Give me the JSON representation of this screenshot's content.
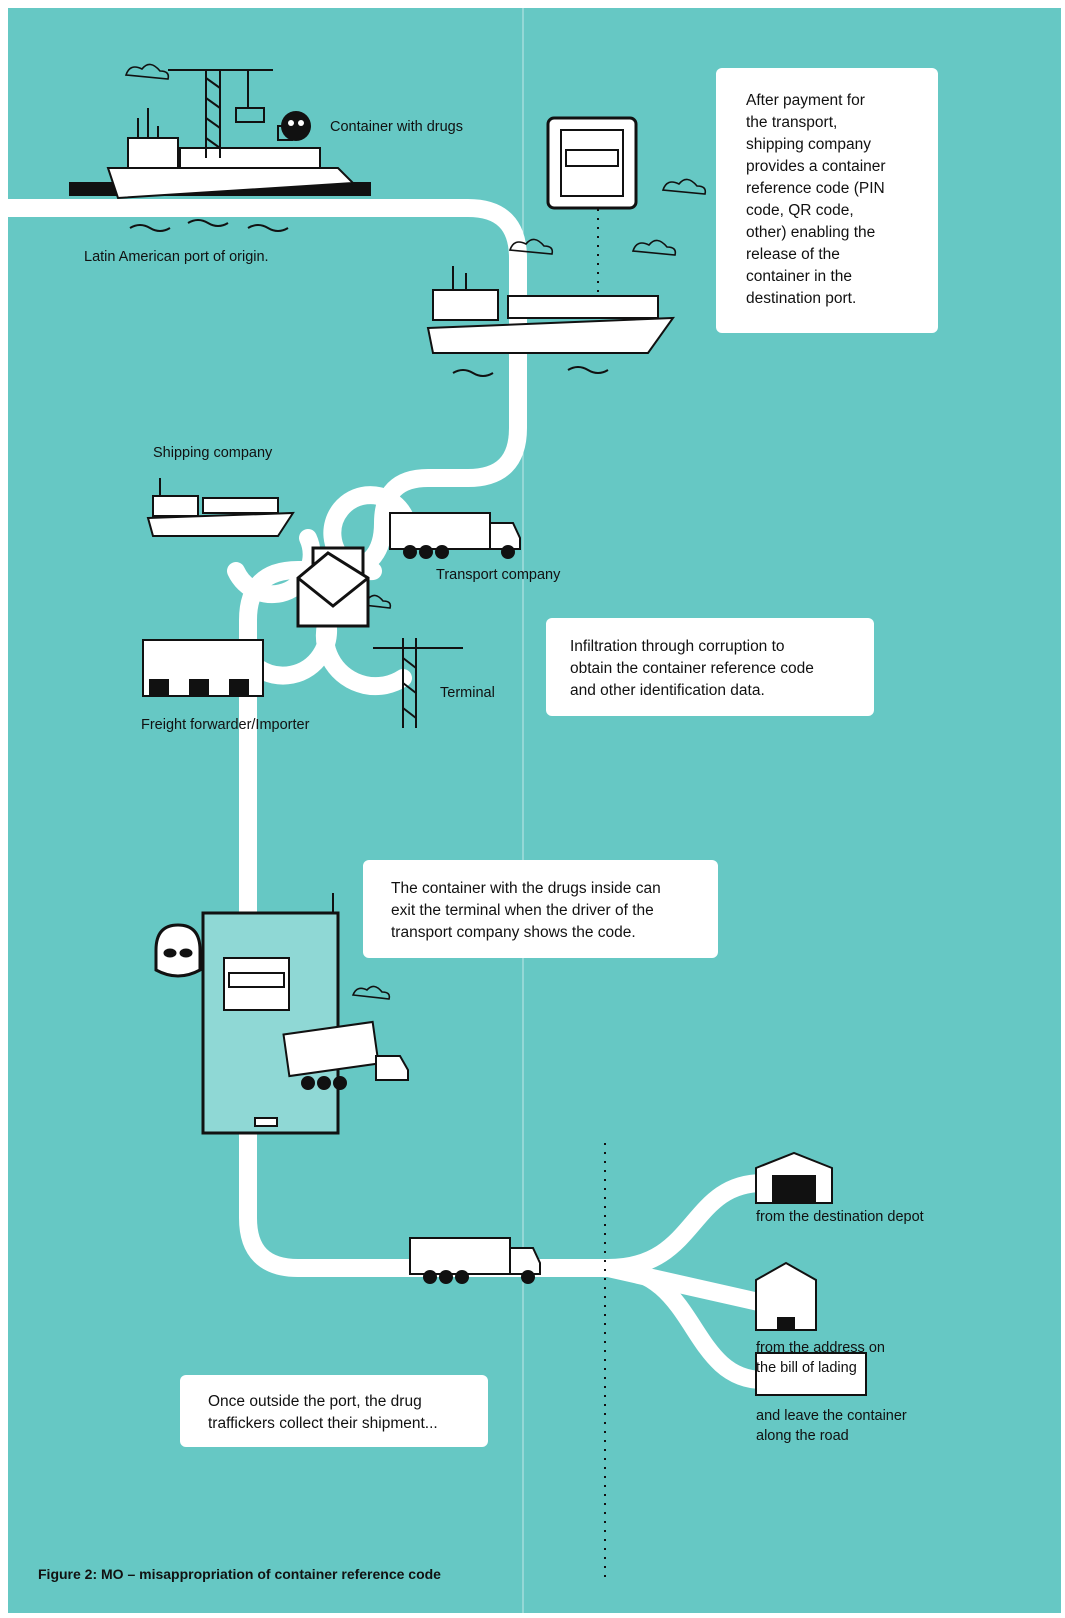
{
  "labels": {
    "container_with_drugs": "Container with drugs",
    "port_of_origin": "Latin American port of origin.",
    "shipping_company": "Shipping company",
    "transport_company": "Transport company",
    "terminal": "Terminal",
    "freight_forwarder": "Freight forwarder/Importer",
    "destination_depot": "from the destination depot",
    "address_line1": "from the address on",
    "address_line2": "the bill of lading",
    "road_line1": "and leave the container",
    "road_line2": "along the road"
  },
  "boxes": {
    "payment": [
      "After payment for",
      "the transport,",
      "shipping company",
      "provides a container",
      "reference code (PIN",
      "code, QR code,",
      "other) enabling the",
      "release of the",
      "container in the",
      "destination port."
    ],
    "infiltration": [
      "Infiltration through corruption to",
      "obtain the container reference code",
      "and other identification data."
    ],
    "exit": [
      "The container with the drugs inside can",
      "exit the terminal when the driver of the",
      "transport company shows the code."
    ],
    "outside": [
      "Once outside the port, the drug",
      "traffickers collect their shipment..."
    ]
  },
  "caption": "Figure 2: MO – misappropriation of container reference code",
  "colors": {
    "background": "#66c8c4",
    "road": "#ffffff",
    "ink": "#111111"
  },
  "icons": [
    "crane-icon",
    "skull-icon",
    "cargo-ship-icon",
    "tablet-icon",
    "envelope-icon",
    "truck-icon",
    "warehouse-icon",
    "balaclava-icon",
    "phone-icon",
    "depot-icon",
    "building-icon",
    "container-icon",
    "cloud-icon"
  ]
}
